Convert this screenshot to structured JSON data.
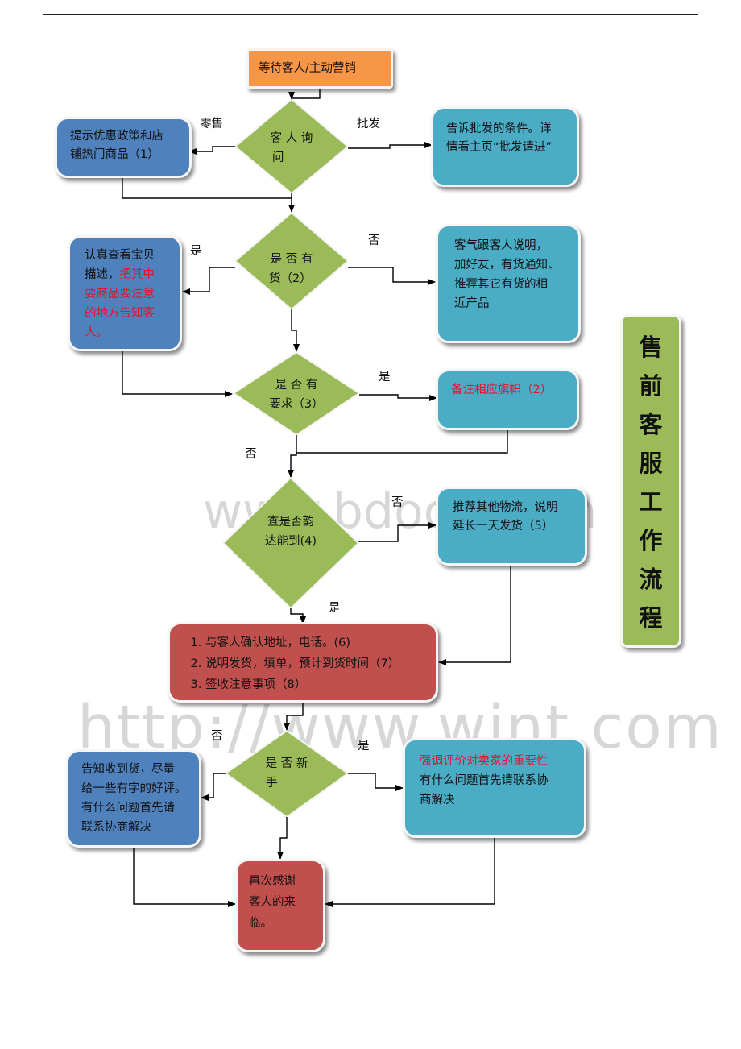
{
  "watermark": {
    "line1": "www.bdocx.com",
    "line2": "http://www.wint.com"
  },
  "title_chars": [
    "售",
    "前",
    "客",
    "服",
    "工",
    "作",
    "流",
    "程"
  ],
  "nodes": {
    "start": "等待客人/主动营销",
    "inquiry": [
      "客 人 询",
      "问"
    ],
    "retail_box": [
      "提示优惠政策和店",
      "铺热门商品（1）"
    ],
    "wholesale_box": [
      "告诉批发的条件。详",
      "情看主页“批发请进”"
    ],
    "stock": [
      "是 否 有",
      "货（2）"
    ],
    "check_desc": {
      "line1": "认真查看宝贝",
      "line2_plain": "描述，",
      "line2_red": "把其中",
      "red_lines": [
        "要商品要注意",
        "的地方告知客",
        "人。"
      ]
    },
    "no_stock_box": [
      "客气跟客人说明，",
      "加好友，有货通知、",
      "推荐其它有货的相",
      "近产品"
    ],
    "requirement": [
      "是 否 有",
      "要求（3）"
    ],
    "note_box": "备注相应旗帜（2）",
    "yunda": [
      "查是否韵",
      "达能到(4)"
    ],
    "other_logistics": [
      "推荐其他物流，说明",
      "延长一天发货（5）"
    ],
    "steps": [
      "与客人确认地址，电话。(6)",
      "说明发货，填单，预计到货时间（7）",
      "签收注意事项（8）"
    ],
    "new_customer": [
      "是 否 新",
      "手"
    ],
    "old_customer_box": [
      "告知收到货，尽量",
      "给一些有字的好评。",
      "有什么问题首先请",
      "联系协商解决"
    ],
    "new_customer_box": {
      "red_line": "强调评价对卖家的重要性",
      "lines": [
        "有什么问题首先请联系协",
        "商解决"
      ]
    },
    "thanks": [
      "再次感谢",
      "客人的来",
      "临。"
    ]
  },
  "edge_labels": {
    "retail": "零售",
    "wholesale": "批发",
    "stock_yes": "是",
    "stock_no": "否",
    "req_yes": "是",
    "req_no": "否",
    "yunda_no": "否",
    "yunda_yes": "是",
    "new_no": "否",
    "new_yes": "是"
  },
  "colors": {
    "orange": "#f79646",
    "blue": "#4f81bd",
    "cyan": "#4bacc6",
    "red": "#c0504d",
    "green": "#9bbb59",
    "red_text": "#e8102d"
  }
}
